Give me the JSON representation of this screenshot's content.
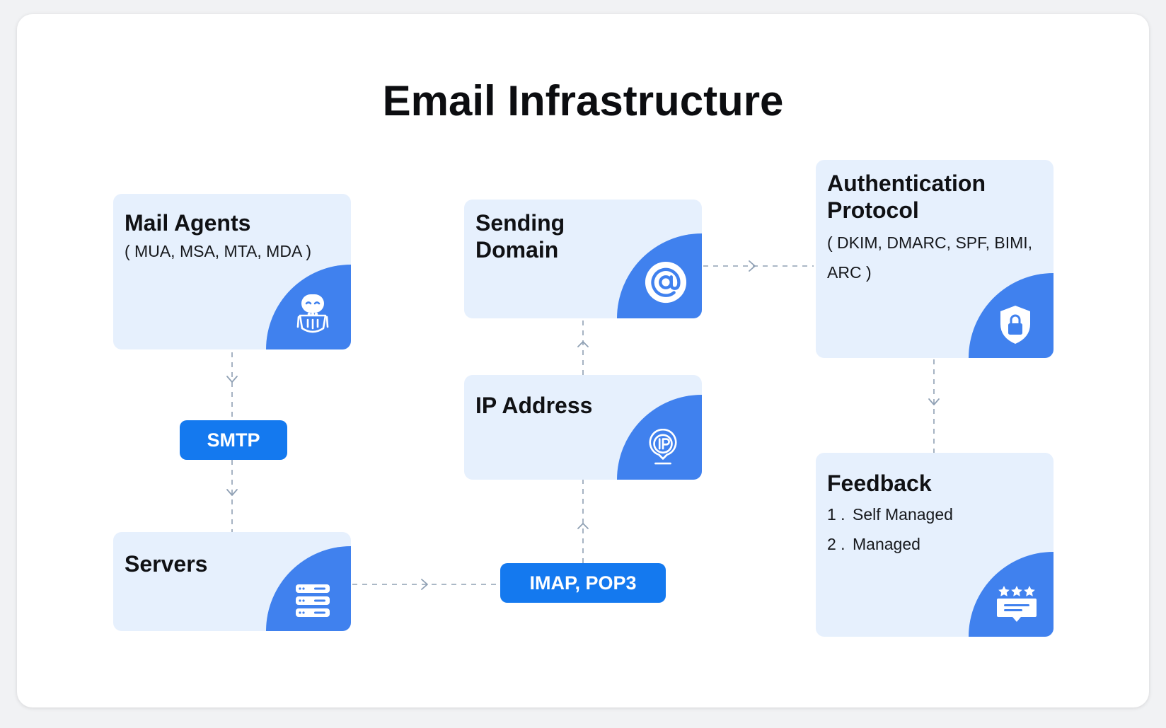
{
  "title": "Email Infrastructure",
  "nodes": {
    "mail_agents": {
      "title": "Mail Agents",
      "subtitle": "( MUA, MSA, MTA, MDA )",
      "icon": "robot-icon"
    },
    "servers": {
      "title": "Servers",
      "icon": "server-stack-icon"
    },
    "sending_domain": {
      "title_line1": "Sending",
      "title_line2": "Domain",
      "icon": "at-sign-icon"
    },
    "ip_address": {
      "title": "IP Address",
      "icon": "ip-pin-icon"
    },
    "authentication_protocol": {
      "title_line1": "Authentication",
      "title_line2": "Protocol",
      "subtitle_line1": "( DKIM, DMARC, SPF, BIMI,",
      "subtitle_line2": "ARC )",
      "icon": "shield-lock-icon"
    },
    "feedback": {
      "title": "Feedback",
      "items": [
        {
          "num": "1 .",
          "label": "Self Managed"
        },
        {
          "num": "2 .",
          "label": "Managed"
        }
      ],
      "icon": "rating-feedback-icon"
    }
  },
  "pills": {
    "smtp": "SMTP",
    "imap_pop3": "IMAP, POP3"
  },
  "edges": [
    {
      "from": "Mail Agents",
      "to": "SMTP"
    },
    {
      "from": "SMTP",
      "to": "Servers"
    },
    {
      "from": "Servers",
      "to": "IMAP, POP3"
    },
    {
      "from": "IMAP, POP3",
      "to": "IP Address"
    },
    {
      "from": "IP Address",
      "to": "Sending Domain"
    },
    {
      "from": "Sending Domain",
      "to": "Authentication Protocol"
    },
    {
      "from": "Authentication Protocol",
      "to": "Feedback"
    }
  ],
  "colors": {
    "box_bg": "#e6f0fd",
    "accent": "#4081ee",
    "pill": "#1479ef",
    "connector": "#8fa0b4"
  }
}
